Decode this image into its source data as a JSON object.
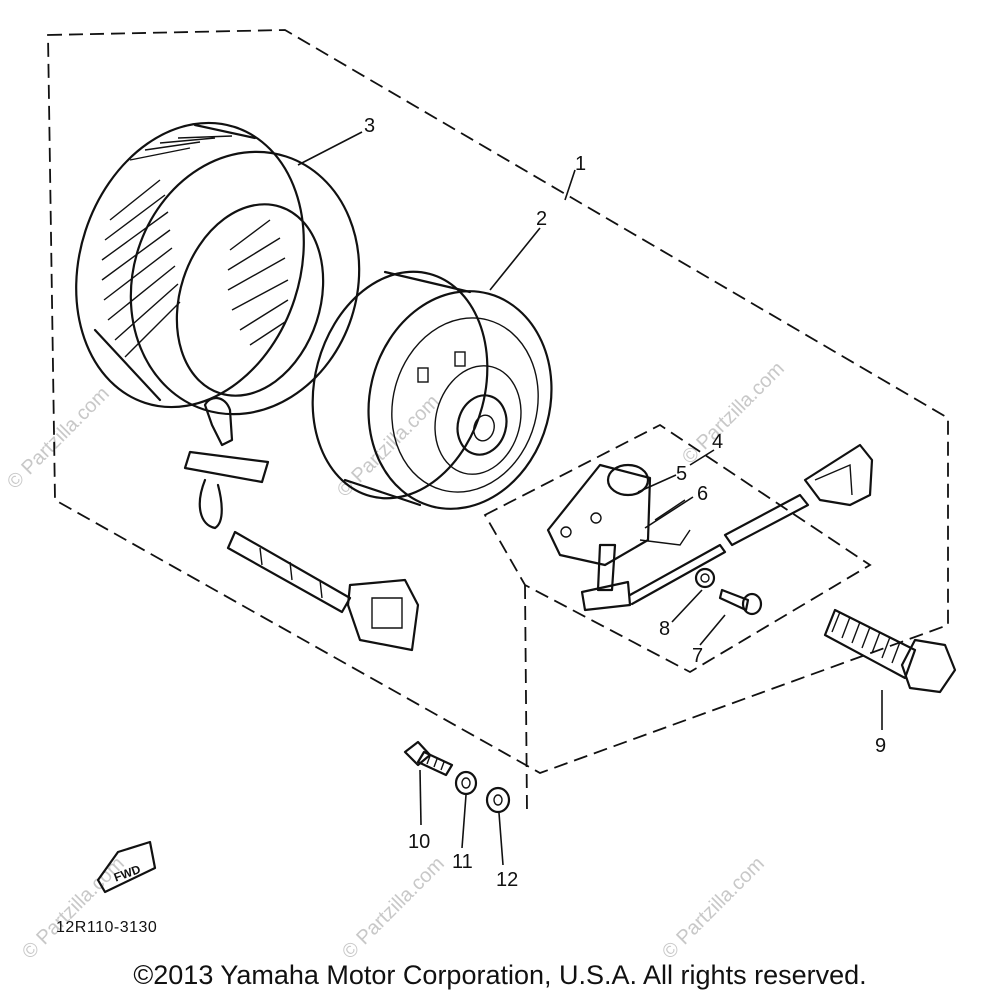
{
  "title": "",
  "callouts": {
    "c1": "1",
    "c2": "2",
    "c3": "3",
    "c4": "4",
    "c5": "5",
    "c6": "6",
    "c7": "7",
    "c8": "8",
    "c9": "9",
    "c10": "10",
    "c11": "11",
    "c12": "12"
  },
  "fwd_label": "FWD",
  "diagram_code": "12R110-3130",
  "watermark": "© Partzilla.com",
  "copyright": "©2013 Yamaha Motor Corporation, U.S.A. All rights reserved.",
  "colors": {
    "ink": "#111111",
    "watermark": "#c8c8c8",
    "background": "#ffffff"
  }
}
